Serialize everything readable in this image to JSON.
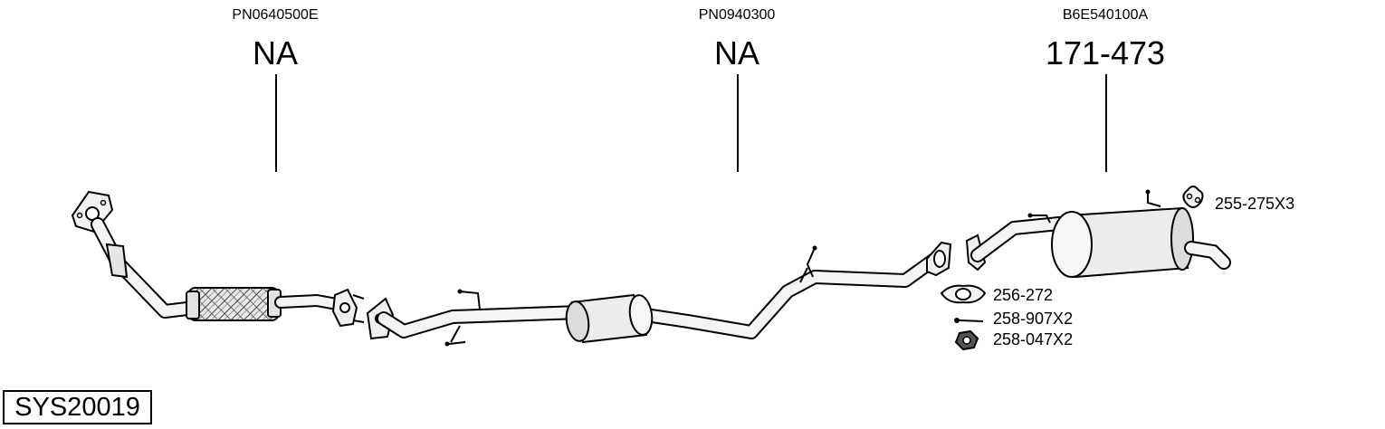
{
  "parts": [
    {
      "oe_number": "PN0640500E",
      "part_number": "NA"
    },
    {
      "oe_number": "PN0940300",
      "part_number": "NA"
    },
    {
      "oe_number": "B6E540100A",
      "part_number": "171-473"
    }
  ],
  "accessories": [
    {
      "code": "255-275X3",
      "icon": "rubber-hanger-icon"
    },
    {
      "code": "256-272",
      "icon": "gasket-icon"
    },
    {
      "code": "258-907X2",
      "icon": "bolt-icon"
    },
    {
      "code": "258-047X2",
      "icon": "nut-icon"
    }
  ],
  "system_code": "SYS20019"
}
